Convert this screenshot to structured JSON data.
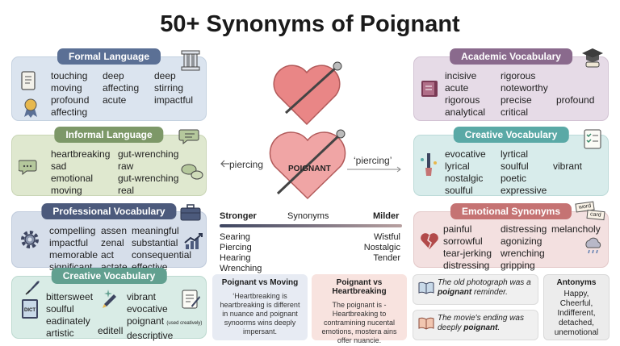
{
  "title": "50+ Synonyms of Poignant",
  "colors": {
    "formal": "#5b7095",
    "informal": "#7d9868",
    "professional": "#4c5a7c",
    "creative_left": "#62a090",
    "academic": "#8a6a8d",
    "creative_right": "#5aa9a6",
    "emotional": "#c57373",
    "heart": "#e98686"
  },
  "formal": {
    "title": "Formal Language",
    "col1": [
      "touching",
      "moving",
      "profound",
      "affecting"
    ],
    "col2": [
      "deep",
      "affecting",
      "acute"
    ],
    "col3": [
      "deep",
      "stirring",
      "impactful"
    ],
    "icons": [
      "scroll-icon",
      "award-ribbon-icon",
      "column-icon"
    ]
  },
  "informal": {
    "title": "Informal Language",
    "col1": [
      "heartbreaking",
      "sad",
      "emotional",
      "moving"
    ],
    "col2": [
      "gut-wrenching",
      "raw",
      "gut-wrenching",
      "real"
    ],
    "icons": [
      "chat-bubbles-icon",
      "speech-bubble-icon"
    ]
  },
  "professional": {
    "title": "Professional Vocabulary",
    "col1": [
      "compelling",
      "impactful",
      "memorable",
      "significant"
    ],
    "col2": [
      "assen",
      "zenal",
      "act",
      "actate"
    ],
    "col3": [
      "meaningful",
      "substantial",
      "consequential",
      "effective"
    ],
    "icons": [
      "gear-icon",
      "briefcase-icon",
      "growth-chart-icon"
    ]
  },
  "creative_left": {
    "title": "Creative Vocabulary",
    "col1": [
      "bittersweet",
      "soulful",
      "eadinately",
      "artistic"
    ],
    "col2": [
      "editell"
    ],
    "col3": [
      "vibrant",
      "evocative",
      "poignant",
      "descriptive"
    ],
    "note": "(used creatively)",
    "dict_label": "DICT",
    "icons": [
      "quill-icon",
      "dictionary-icon",
      "sparkle-pen-icon",
      "notepad-icon"
    ]
  },
  "academic": {
    "title": "Academic Vocabulary",
    "col1": [
      "incisive",
      "acute",
      "rigorous",
      "analytical"
    ],
    "col2": [
      "rigorous",
      "noteworthy",
      "precise",
      "critical"
    ],
    "col3": [
      "profound"
    ],
    "icons": [
      "graduation-cap-icon",
      "book-icon"
    ]
  },
  "creative_right": {
    "title": "Creative Vocabulary",
    "col1": [
      "evocative",
      "lyrical",
      "nostalgic",
      "soulful"
    ],
    "col2": [
      "lyrtical",
      "soulful",
      "poetic",
      "expressive"
    ],
    "col3": [
      "vibrant"
    ],
    "icons": [
      "checklist-icon",
      "paintbrush-icon"
    ]
  },
  "emotional": {
    "title": "Emotional Synonyms",
    "col1": [
      "painful",
      "sorrowful",
      "tear-jerking",
      "distressing"
    ],
    "col2": [
      "distressing",
      "agonizing",
      "wrenching",
      "gripping"
    ],
    "col3": [
      "melancholy"
    ],
    "tiles": [
      "word",
      "card"
    ],
    "icons": [
      "broken-heart-icon",
      "rain-cloud-icon",
      "word-tiles-icon"
    ]
  },
  "center": {
    "heart_label": "POIGNANT",
    "left_label": "piercing",
    "right_label": "‘piercing’"
  },
  "scale": {
    "left": "Stronger",
    "middle": "Synonyms",
    "right": "Milder",
    "strong_words": [
      "Searing",
      "Piercing",
      "Hearing",
      "Wrenching"
    ],
    "mild_words": [
      "Wistful",
      "Nostalgic",
      "Tender"
    ]
  },
  "compare_moving": {
    "title": "Poignant vs Moving",
    "text": "‘Heartbreaking is heartbreaking is different in nuance and poignant synoorms wins deeply impersant."
  },
  "compare_heartbreaking": {
    "title": "Poignant vs Heartbreaking",
    "text": "The poignant is - Heartbreaking to contramining nucental emotions, mostera ains offer nuancie."
  },
  "examples": [
    {
      "before": "The old photograph was a ",
      "word": "poignant",
      "after": " reminder."
    },
    {
      "before": "The movie's ending was deeply ",
      "word": "poignant",
      "after": "."
    }
  ],
  "antonyms": {
    "title": "Antonyms",
    "list": [
      "Happy,",
      "Cheerful,",
      "Indifferent,",
      "detached,",
      "unemotional"
    ]
  }
}
